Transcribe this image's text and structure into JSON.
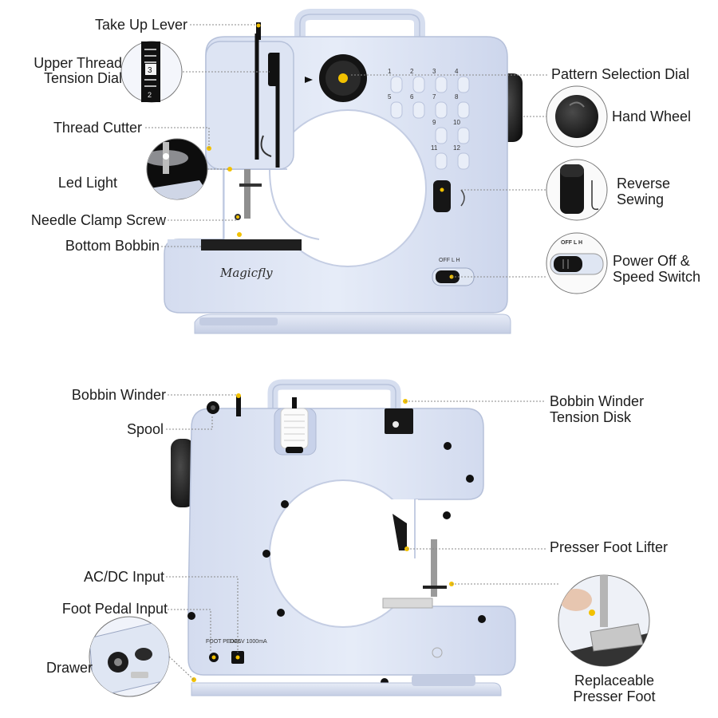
{
  "labels": {
    "take_up_lever": "Take Up Lever",
    "upper_thread_tension_dial": [
      "Upper Thread",
      "Tension Dial"
    ],
    "thread_cutter": "Thread Cutter",
    "led_light": "Led Light",
    "needle_clamp_screw": "Needle Clamp Screw",
    "bottom_bobbin": "Bottom Bobbin",
    "pattern_selection_dial": "Pattern Selection Dial",
    "hand_wheel": "Hand Wheel",
    "reverse_sewing": [
      "Reverse",
      "Sewing"
    ],
    "power_speed_switch": [
      "Power Off &",
      "Speed Switch"
    ],
    "bobbin_winder": "Bobbin Winder",
    "spool": "Spool",
    "bobbin_winder_tension_disk": [
      "Bobbin Winder",
      "Tension Disk"
    ],
    "presser_foot_lifter": "Presser Foot Lifter",
    "ac_dc_input": "AC/DC Input",
    "foot_pedal_input": "Foot Pedal Input",
    "drawer": "Drawer",
    "replaceable_presser_foot": [
      "Replaceable",
      "Presser Foot"
    ]
  },
  "machine_text": {
    "brand": "Magicfly",
    "switch_marks": "OFF  L  H",
    "switch_zoom_marks": "OFF  L  H",
    "pattern_numbers": [
      "1",
      "2",
      "3",
      "4",
      "5",
      "6",
      "7",
      "8",
      "9",
      "10",
      "11",
      "12"
    ],
    "dial_marks": [
      "3",
      "2"
    ],
    "jack_foot_pedal": "FOOT PEDAL",
    "jack_dc": "DC6V 1000mA"
  },
  "colors": {
    "body": "#dfe6f5",
    "body_shade": "#c9d3ea",
    "dark": "#1e1e1e",
    "accent_dot": "#f2c100",
    "leader": "#8a8a8a"
  }
}
